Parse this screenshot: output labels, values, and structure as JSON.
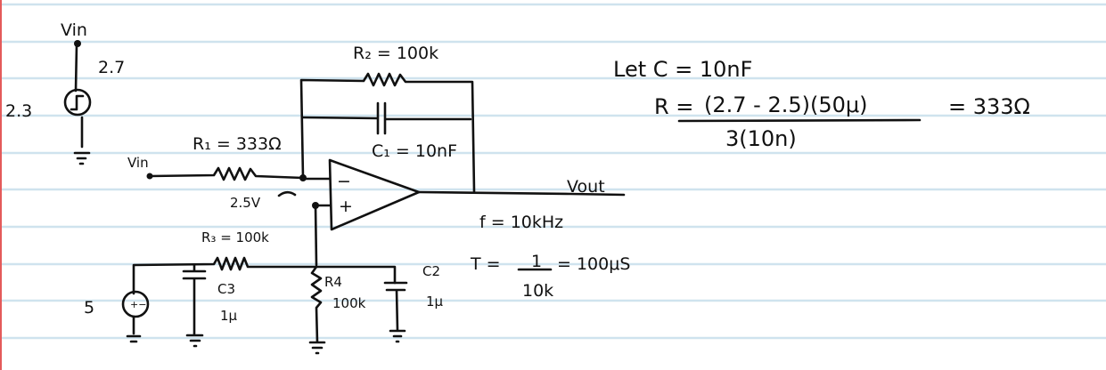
{
  "source": {
    "vin_label": "Vin",
    "high_level": "2.7",
    "low_level": "2.3",
    "dc_value": "5",
    "dc_polarity": "+−"
  },
  "components": {
    "r1": "R₁ = 333Ω",
    "r2": "R₂ = 100k",
    "c1": "C₁ = 10nF",
    "r3": "R₃ = 100k",
    "r4_name": "R4",
    "r4_value": "100k",
    "c2_name": "C2",
    "c2_value": "1μ",
    "c3_name": "C3",
    "c3_value": "1μ"
  },
  "opamp": {
    "minus": "−",
    "plus": "+"
  },
  "nodes": {
    "input_label": "Vin",
    "bias_label": "2.5V",
    "output_label": "Vout"
  },
  "notes": {
    "frequency": "f = 10kHz",
    "period_lhs": "T =",
    "period_num": "1",
    "period_den": "10k",
    "period_result": "= 100μS"
  },
  "calc": {
    "let": "Let C = 10nF",
    "r_lhs": "R =",
    "numerator": "(2.7 - 2.5)(50μ)",
    "denominator": "3(10n)",
    "result": "= 333Ω"
  }
}
